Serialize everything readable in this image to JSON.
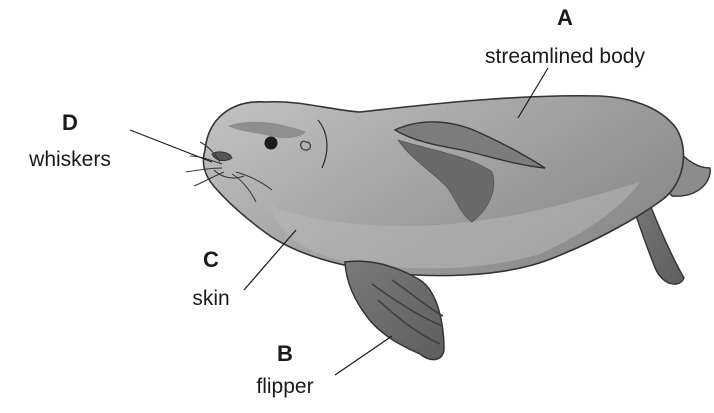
{
  "labels": {
    "a": {
      "letter": "A",
      "text": "streamlined body"
    },
    "b": {
      "letter": "B",
      "text": "flipper"
    },
    "c": {
      "letter": "C",
      "text": "skin"
    },
    "d": {
      "letter": "D",
      "text": "whiskers"
    }
  }
}
